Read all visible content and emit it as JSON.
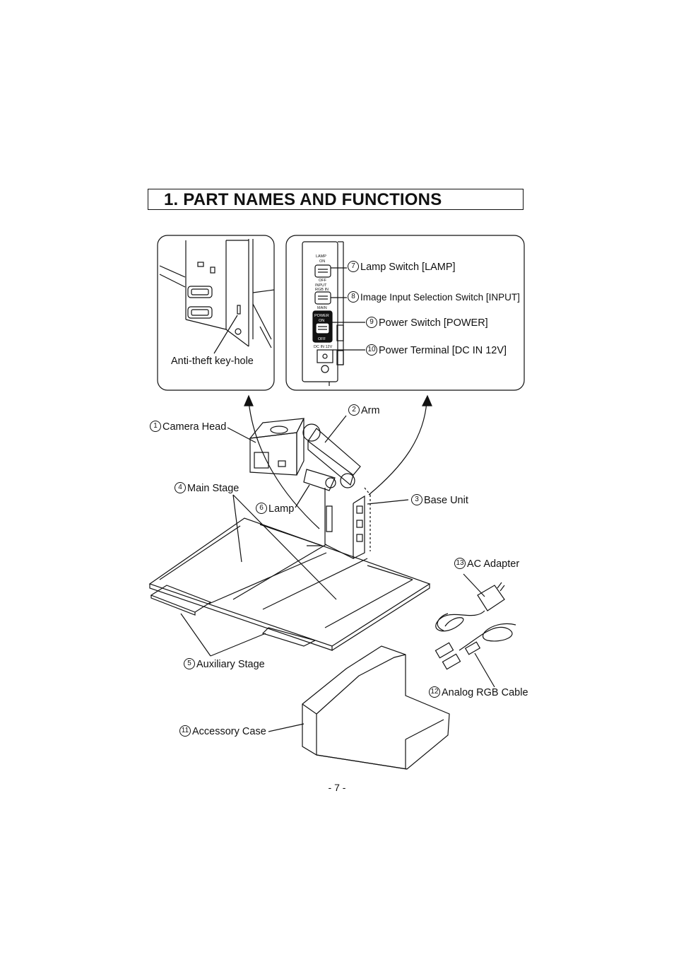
{
  "section_title": "1. PART NAMES AND FUNCTIONS",
  "page_number": "- 7 -",
  "panel_labels": {
    "lamp": "LAMP",
    "lamp_on": "ON",
    "lamp_off": "OFF",
    "input": "INPUT",
    "rgb_in": "RGB IN",
    "main": "MAIN",
    "power": "POWER",
    "power_on": "ON",
    "power_off": "OFF",
    "dc_in": "DC IN 12V"
  },
  "callouts": {
    "anti_theft": "Anti-theft key-hole",
    "lamp_switch": {
      "num": "7",
      "text": "Lamp Switch [LAMP]"
    },
    "input_switch": {
      "num": "8",
      "text": "Image Input Selection Switch [INPUT]"
    },
    "power_switch": {
      "num": "9",
      "text": "Power Switch [POWER]"
    },
    "power_terminal": {
      "num": "10",
      "text": "Power Terminal [DC IN 12V]"
    },
    "camera_head": {
      "num": "1",
      "text": "Camera Head"
    },
    "arm": {
      "num": "2",
      "text": "Arm"
    },
    "main_stage": {
      "num": "4",
      "text": "Main Stage"
    },
    "lamp": {
      "num": "6",
      "text": "Lamp"
    },
    "base_unit": {
      "num": "3",
      "text": "Base Unit"
    },
    "ac_adapter": {
      "num": "13",
      "text": "AC Adapter"
    },
    "auxiliary_stage": {
      "num": "5",
      "text": "Auxiliary Stage"
    },
    "analog_rgb_cable": {
      "num": "12",
      "text": "Analog RGB Cable"
    },
    "accessory_case": {
      "num": "11",
      "text": "Accessory Case"
    }
  }
}
